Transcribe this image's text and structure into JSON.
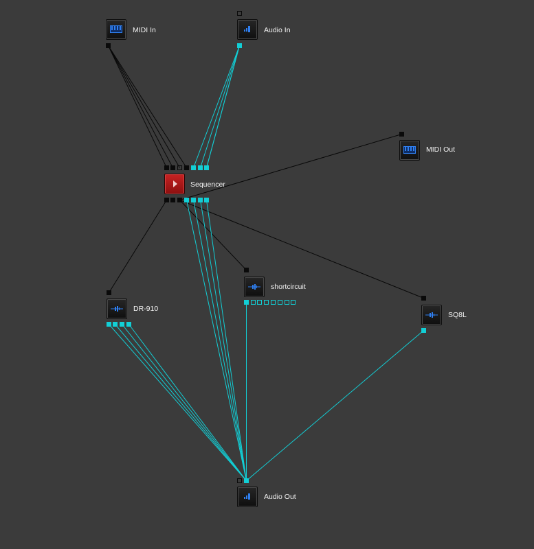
{
  "colors": {
    "background": "#3b3b3b",
    "audio_port": "#12cfd6",
    "midi_port": "#0a0a0a",
    "sequencer_red": "#b81a1a",
    "icon_blue": "#2f7ff0"
  },
  "nodes": {
    "midi_in": {
      "label": "MIDI In",
      "icon": "piano-keys-icon"
    },
    "audio_in": {
      "label": "Audio In",
      "icon": "audio-level-icon"
    },
    "midi_out": {
      "label": "MIDI Out",
      "icon": "piano-keys-icon"
    },
    "sequencer": {
      "label": "Sequencer",
      "icon": "play-icon"
    },
    "shortcircuit": {
      "label": "shortcircuit",
      "icon": "waveform-icon"
    },
    "dr910": {
      "label": "DR-910",
      "icon": "waveform-icon"
    },
    "sq8l": {
      "label": "SQ8L",
      "icon": "waveform-icon"
    },
    "audio_out": {
      "label": "Audio Out",
      "icon": "audio-level-icon"
    }
  }
}
